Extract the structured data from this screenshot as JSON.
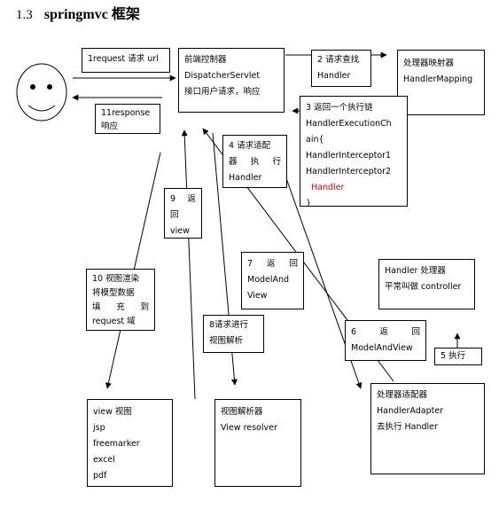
{
  "heading": {
    "number": "1.3",
    "title": "springmvc 框架"
  },
  "user": {
    "icon": "smiley-face-icon"
  },
  "boxes": {
    "request_url": {
      "text": "1request 请求 url"
    },
    "front_controller": {
      "line1": "前端控制器",
      "line2": "DispatcherServlet",
      "line3": "接口用户请求，响应"
    },
    "find_handler": {
      "line1": "2 请求查找",
      "line2": "Handler"
    },
    "handler_mapping": {
      "line1": "处理器映射器",
      "line2": "HandlerMapping"
    },
    "response": {
      "line1": "11response",
      "line2": "响应"
    },
    "execution_chain": {
      "line1": "3 返回一个执行链",
      "line2": "HandlerExecutionCh",
      "line3": "ain{",
      "line4": "HandlerInterceptor1",
      "line5": "HandlerInterceptor2",
      "line6": "Handler",
      "line7": "}"
    },
    "adapter_request": {
      "line1": "4 请求适配",
      "line2a": "器",
      "line2b": "执",
      "line2c": "行",
      "line3": "Handler"
    },
    "return_view": {
      "line1a": "9",
      "line1b": "返",
      "line2": "回",
      "line3": "view"
    },
    "return_mav_7": {
      "line1a": "7",
      "line1b": "返",
      "line1c": "回",
      "line2": "ModelAnd",
      "line3": "View"
    },
    "handler_info": {
      "line1": "Handler 处理器",
      "line2": "平常叫做 controller"
    },
    "render_view": {
      "line1": "10 视图渲染",
      "line2": "将模型数据",
      "line3a": "填",
      "line3b": "充",
      "line3c": "到",
      "line4": "request 域"
    },
    "view_resolve_req": {
      "line1": "8请求进行",
      "line2": "视图解析"
    },
    "return_mav_6": {
      "line1a": "6",
      "line1b": "返",
      "line1c": "回",
      "line2": "ModelAndView"
    },
    "execute": {
      "text": "5 执行"
    },
    "view_list": {
      "line1": "view 视图",
      "line2": "jsp",
      "line3": "freemarker",
      "line4": "excel",
      "line5": "pdf"
    },
    "view_resolver": {
      "line1": "视图解析器",
      "line2": "View resolver"
    },
    "handler_adapter": {
      "line1": "处理器适配器",
      "line2": "HandlerAdapter",
      "line3": "去执行 Handler"
    }
  },
  "colors": {
    "highlight": "#e00000",
    "stroke": "#000000"
  }
}
